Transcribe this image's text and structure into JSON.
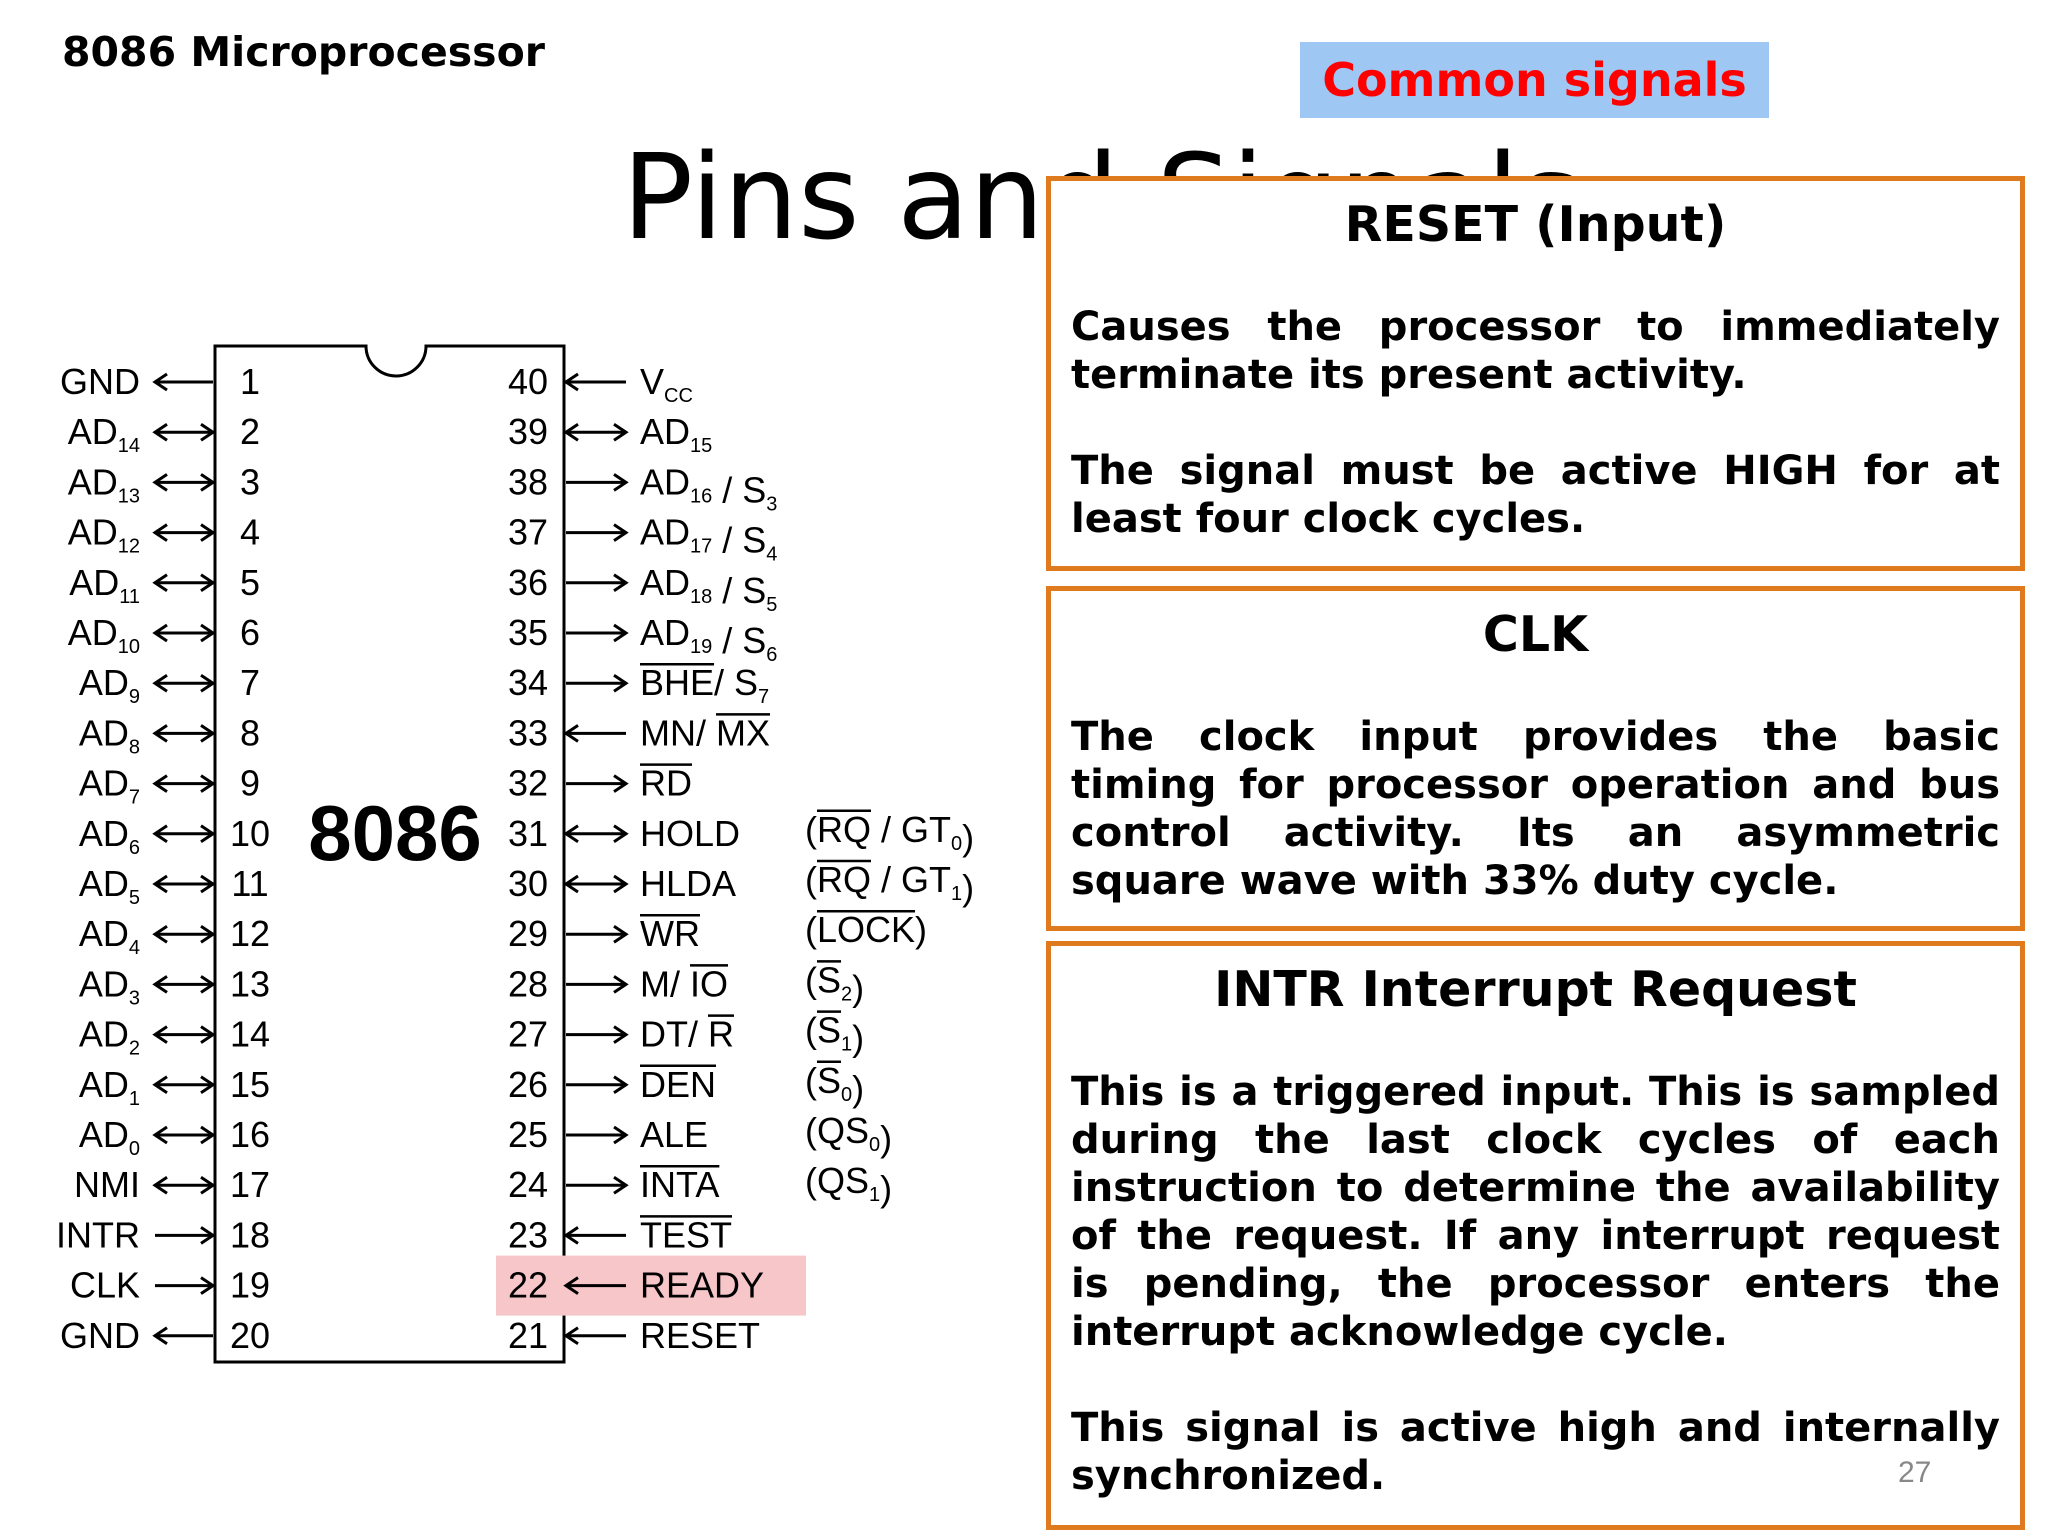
{
  "header": {
    "course_title": "8086 Microprocessor"
  },
  "badge": {
    "label": "Common signals"
  },
  "slide_title": "Pins and Signals",
  "diagram": {
    "chip_label": "8086",
    "highlight_color": "#f7c6c8",
    "left_pins": [
      {
        "num": "1",
        "sig": "GND",
        "sub": "",
        "dir": "out"
      },
      {
        "num": "2",
        "sig": "AD",
        "sub": "14",
        "dir": "bi"
      },
      {
        "num": "3",
        "sig": "AD",
        "sub": "13",
        "dir": "bi"
      },
      {
        "num": "4",
        "sig": "AD",
        "sub": "12",
        "dir": "bi"
      },
      {
        "num": "5",
        "sig": "AD",
        "sub": "11",
        "dir": "bi"
      },
      {
        "num": "6",
        "sig": "AD",
        "sub": "10",
        "dir": "bi"
      },
      {
        "num": "7",
        "sig": "AD",
        "sub": "9",
        "dir": "bi"
      },
      {
        "num": "8",
        "sig": "AD",
        "sub": "8",
        "dir": "bi"
      },
      {
        "num": "9",
        "sig": "AD",
        "sub": "7",
        "dir": "bi"
      },
      {
        "num": "10",
        "sig": "AD",
        "sub": "6",
        "dir": "bi"
      },
      {
        "num": "11",
        "sig": "AD",
        "sub": "5",
        "dir": "bi"
      },
      {
        "num": "12",
        "sig": "AD",
        "sub": "4",
        "dir": "bi"
      },
      {
        "num": "13",
        "sig": "AD",
        "sub": "3",
        "dir": "bi"
      },
      {
        "num": "14",
        "sig": "AD",
        "sub": "2",
        "dir": "bi"
      },
      {
        "num": "15",
        "sig": "AD",
        "sub": "1",
        "dir": "bi"
      },
      {
        "num": "16",
        "sig": "AD",
        "sub": "0",
        "dir": "bi"
      },
      {
        "num": "17",
        "sig": "NMI",
        "sub": "",
        "dir": "bi"
      },
      {
        "num": "18",
        "sig": "INTR",
        "sub": "",
        "dir": "in"
      },
      {
        "num": "19",
        "sig": "CLK",
        "sub": "",
        "dir": "in"
      },
      {
        "num": "20",
        "sig": "GND",
        "sub": "",
        "dir": "out"
      }
    ],
    "right_pins": [
      {
        "num": "40",
        "parts": [
          {
            "t": "V"
          },
          {
            "t": "CC",
            "sub": true
          }
        ],
        "dir": "in",
        "alt": []
      },
      {
        "num": "39",
        "parts": [
          {
            "t": "AD"
          },
          {
            "t": "15",
            "sub": true
          }
        ],
        "dir": "bi",
        "alt": []
      },
      {
        "num": "38",
        "parts": [
          {
            "t": "AD"
          },
          {
            "t": "16",
            "sub": true
          },
          {
            "t": " / S"
          },
          {
            "t": "3",
            "sub": true
          }
        ],
        "dir": "out",
        "alt": []
      },
      {
        "num": "37",
        "parts": [
          {
            "t": "AD"
          },
          {
            "t": "17",
            "sub": true
          },
          {
            "t": " / S"
          },
          {
            "t": "4",
            "sub": true
          }
        ],
        "dir": "out",
        "alt": []
      },
      {
        "num": "36",
        "parts": [
          {
            "t": "AD"
          },
          {
            "t": "18",
            "sub": true
          },
          {
            "t": " / S"
          },
          {
            "t": "5",
            "sub": true
          }
        ],
        "dir": "out",
        "alt": []
      },
      {
        "num": "35",
        "parts": [
          {
            "t": "AD"
          },
          {
            "t": "19",
            "sub": true
          },
          {
            "t": " / S"
          },
          {
            "t": "6",
            "sub": true
          }
        ],
        "dir": "out",
        "alt": []
      },
      {
        "num": "34",
        "parts": [
          {
            "t": "BHE",
            "bar": true
          },
          {
            "t": "/ S"
          },
          {
            "t": "7",
            "sub": true
          }
        ],
        "dir": "out",
        "alt": []
      },
      {
        "num": "33",
        "parts": [
          {
            "t": "MN/ "
          },
          {
            "t": "MX",
            "bar": true
          }
        ],
        "dir": "in",
        "alt": []
      },
      {
        "num": "32",
        "parts": [
          {
            "t": "RD",
            "bar": true
          }
        ],
        "dir": "out",
        "alt": []
      },
      {
        "num": "31",
        "parts": [
          {
            "t": "HOLD"
          }
        ],
        "dir": "bi",
        "alt": [
          {
            "t": "("
          },
          {
            "t": "RQ",
            "bar": true
          },
          {
            "t": " / GT"
          },
          {
            "t": "0",
            "sub": true
          },
          {
            "t": ")"
          }
        ]
      },
      {
        "num": "30",
        "parts": [
          {
            "t": "HLDA"
          }
        ],
        "dir": "bi",
        "alt": [
          {
            "t": "("
          },
          {
            "t": "RQ",
            "bar": true
          },
          {
            "t": " / GT"
          },
          {
            "t": "1",
            "sub": true
          },
          {
            "t": ")"
          }
        ]
      },
      {
        "num": "29",
        "parts": [
          {
            "t": "WR",
            "bar": true
          }
        ],
        "dir": "out",
        "alt": [
          {
            "t": "("
          },
          {
            "t": "LOCK",
            "bar": true
          },
          {
            "t": ")"
          }
        ]
      },
      {
        "num": "28",
        "parts": [
          {
            "t": "M/ "
          },
          {
            "t": "IO",
            "bar": true
          }
        ],
        "dir": "out",
        "alt": [
          {
            "t": "("
          },
          {
            "t": "S",
            "bar": true
          },
          {
            "t": "2",
            "sub": true
          },
          {
            "t": ")"
          }
        ]
      },
      {
        "num": "27",
        "parts": [
          {
            "t": "DT/ "
          },
          {
            "t": "R",
            "bar": true
          }
        ],
        "dir": "out",
        "alt": [
          {
            "t": "("
          },
          {
            "t": "S",
            "bar": true
          },
          {
            "t": "1",
            "sub": true
          },
          {
            "t": ")"
          }
        ]
      },
      {
        "num": "26",
        "parts": [
          {
            "t": "DEN",
            "bar": true
          }
        ],
        "dir": "out",
        "alt": [
          {
            "t": "("
          },
          {
            "t": "S",
            "bar": true
          },
          {
            "t": "0",
            "sub": true
          },
          {
            "t": ")"
          }
        ]
      },
      {
        "num": "25",
        "parts": [
          {
            "t": "ALE"
          }
        ],
        "dir": "out",
        "alt": [
          {
            "t": "(QS"
          },
          {
            "t": "0",
            "sub": true
          },
          {
            "t": ")"
          }
        ]
      },
      {
        "num": "24",
        "parts": [
          {
            "t": "INTA",
            "bar": true
          }
        ],
        "dir": "out",
        "alt": [
          {
            "t": "(QS"
          },
          {
            "t": "1",
            "sub": true
          },
          {
            "t": ")"
          }
        ]
      },
      {
        "num": "23",
        "parts": [
          {
            "t": "TEST",
            "bar": true
          }
        ],
        "dir": "in",
        "alt": []
      },
      {
        "num": "22",
        "parts": [
          {
            "t": "READY"
          }
        ],
        "dir": "in",
        "alt": [],
        "highlight": true
      },
      {
        "num": "21",
        "parts": [
          {
            "t": "RESET"
          }
        ],
        "dir": "in",
        "alt": []
      }
    ]
  },
  "cards": {
    "reset": {
      "title": "RESET (Input)",
      "paragraphs": [
        "Causes the processor to immediately terminate its present activity.",
        "The signal must be active HIGH for at least four clock cycles."
      ]
    },
    "clk": {
      "title": "CLK",
      "paragraphs": [
        "The clock input provides the basic timing for processor operation and bus control activity. Its an asymmetric square wave with 33% duty cycle."
      ]
    },
    "intr": {
      "title": "INTR Interrupt Request",
      "paragraphs": [
        "This is a triggered input. This is sampled during the last clock cycles of each instruction to determine the availability of the request. If any interrupt request is pending, the processor enters the interrupt acknowledge cycle.",
        "This signal is active high and internally synchronized."
      ]
    }
  },
  "page_number": "27",
  "colors": {
    "accent_border": "#e07a1f",
    "badge_bg": "#9ec7f4",
    "badge_text": "#ff0000"
  }
}
